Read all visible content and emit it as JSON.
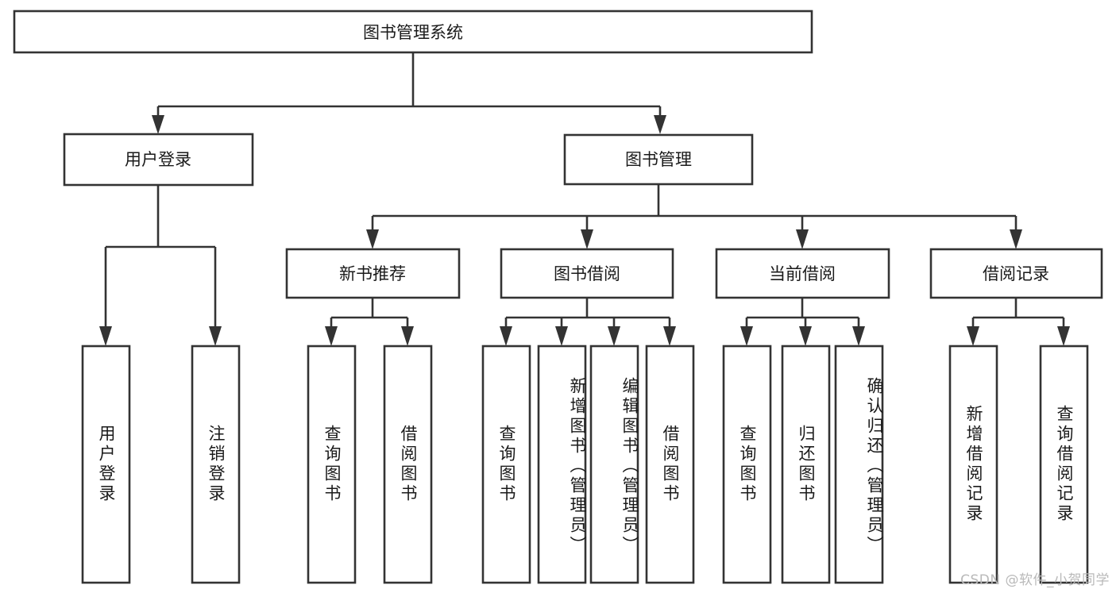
{
  "diagram": {
    "title": "图书管理系统",
    "type": "tree-hierarchy",
    "levels": 4,
    "root": {
      "id": "root",
      "label": "图书管理系统"
    },
    "level2": [
      {
        "id": "user-login",
        "label": "用户登录"
      },
      {
        "id": "book-manage",
        "label": "图书管理"
      }
    ],
    "level3": [
      {
        "id": "new-book-rec",
        "label": "新书推荐",
        "parent": "book-manage"
      },
      {
        "id": "book-borrow",
        "label": "图书借阅",
        "parent": "book-manage"
      },
      {
        "id": "current-borrow",
        "label": "当前借阅",
        "parent": "book-manage"
      },
      {
        "id": "borrow-record",
        "label": "借阅记录",
        "parent": "book-manage"
      }
    ],
    "leaves": [
      {
        "id": "leaf-user-login",
        "label": "用户登录",
        "parent": "user-login"
      },
      {
        "id": "leaf-logout-login",
        "label": "注销登录",
        "parent": "user-login"
      },
      {
        "id": "leaf-query-book-1",
        "label": "查询图书",
        "parent": "new-book-rec"
      },
      {
        "id": "leaf-borrow-book-1",
        "label": "借阅图书",
        "parent": "new-book-rec"
      },
      {
        "id": "leaf-query-book-2",
        "label": "查询图书",
        "parent": "book-borrow"
      },
      {
        "id": "leaf-add-book",
        "label": "新增图书（管理员）",
        "parent": "book-borrow"
      },
      {
        "id": "leaf-edit-book",
        "label": "编辑图书（管理员）",
        "parent": "book-borrow"
      },
      {
        "id": "leaf-borrow-book-2",
        "label": "借阅图书",
        "parent": "book-borrow"
      },
      {
        "id": "leaf-query-book-3",
        "label": "查询图书",
        "parent": "current-borrow"
      },
      {
        "id": "leaf-return-book",
        "label": "归还图书",
        "parent": "current-borrow"
      },
      {
        "id": "leaf-confirm-return",
        "label": "确认归还（管理员）",
        "parent": "current-borrow"
      },
      {
        "id": "leaf-add-record",
        "label": "新增借阅记录",
        "parent": "borrow-record"
      },
      {
        "id": "leaf-query-record",
        "label": "查询借阅记录",
        "parent": "borrow-record"
      }
    ],
    "colors": {
      "stroke": "#333333",
      "fill": "#ffffff",
      "text": "#1a1a1a",
      "watermark": "#b9b9b9",
      "background": "#ffffff"
    }
  },
  "watermark": {
    "text": "CSDN @软件_小贺同学"
  }
}
